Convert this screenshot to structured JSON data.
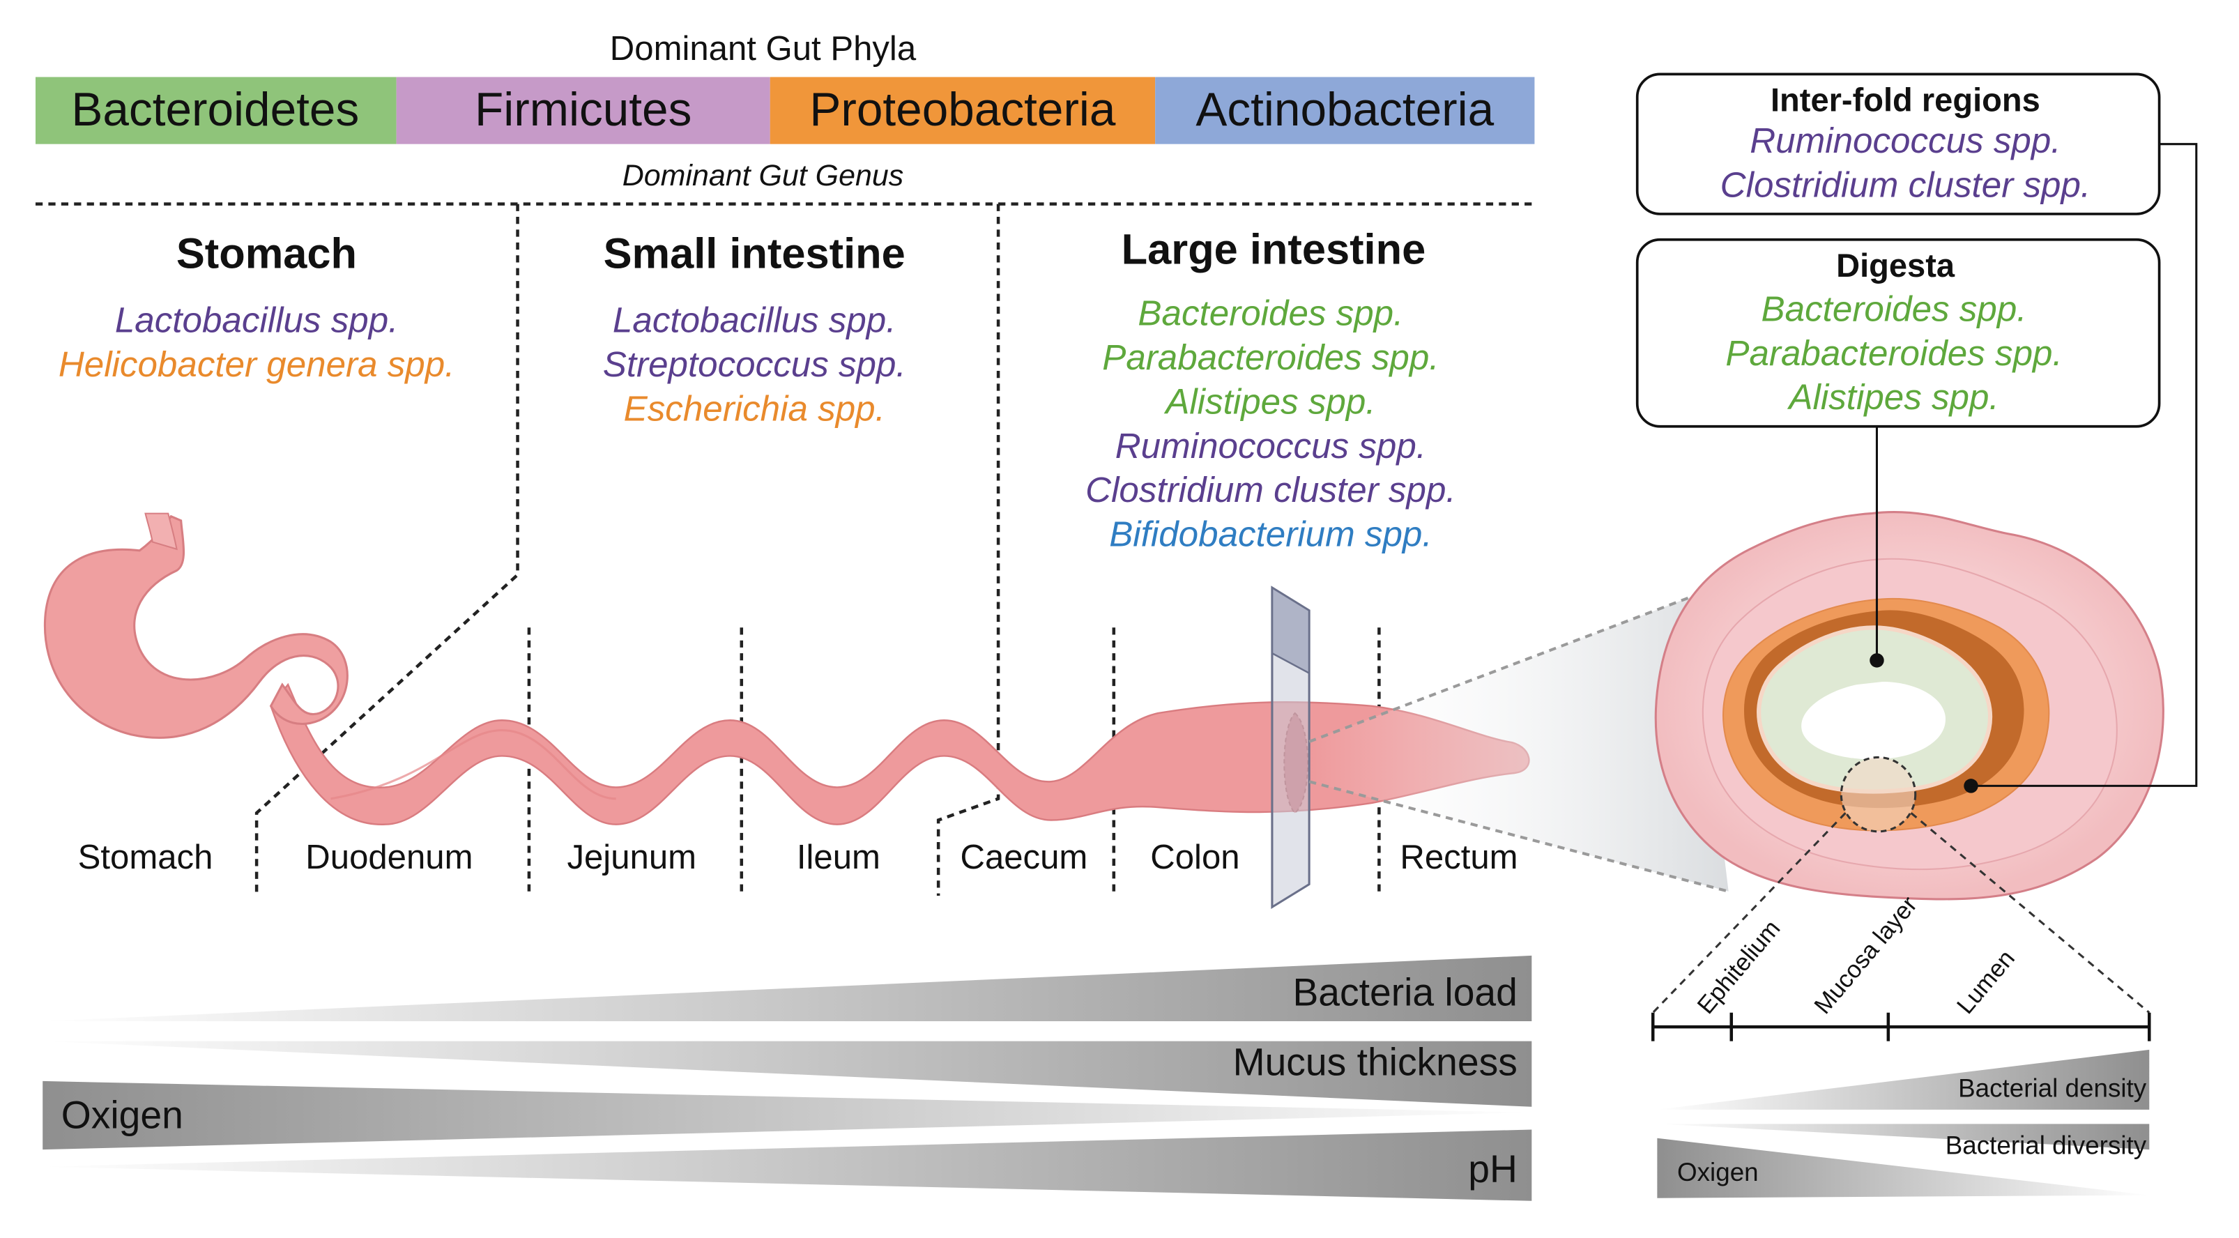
{
  "header": {
    "phyla_title": "Dominant Gut Phyla",
    "genus_title": "Dominant Gut Genus"
  },
  "colors": {
    "bacteroidetes": "#8fc47a",
    "firmicutes": "#c69ac8",
    "proteobacteria": "#f0963a",
    "actinobacteria": "#8ea8d8",
    "purple_text": "#5a3f8e",
    "orange_text": "#e98a2c",
    "green_text": "#5ea83c",
    "blue_text": "#2f7dc2",
    "gut_pink": "#ee9a9c"
  },
  "phyla": [
    {
      "name": "Bacteroidetes"
    },
    {
      "name": "Firmicutes"
    },
    {
      "name": "Proteobacteria"
    },
    {
      "name": "Actinobacteria"
    }
  ],
  "regions": {
    "stomach": {
      "title": "Stomach",
      "genera": [
        {
          "name": "Lactobacillus spp.",
          "color": "#5a3f8e"
        },
        {
          "name": "Helicobacter genera spp.",
          "color": "#e98a2c"
        }
      ]
    },
    "small": {
      "title": "Small intestine",
      "genera": [
        {
          "name": "Lactobacillus spp.",
          "color": "#5a3f8e"
        },
        {
          "name": "Streptococcus spp.",
          "color": "#5a3f8e"
        },
        {
          "name": "Escherichia spp.",
          "color": "#e98a2c"
        }
      ]
    },
    "large": {
      "title": "Large intestine",
      "genera": [
        {
          "name": "Bacteroides spp.",
          "color": "#5ea83c"
        },
        {
          "name": "Parabacteroides spp.",
          "color": "#5ea83c"
        },
        {
          "name": "Alistipes spp.",
          "color": "#5ea83c"
        },
        {
          "name": "Ruminococcus spp.",
          "color": "#5a3f8e"
        },
        {
          "name": "Clostridium cluster spp.",
          "color": "#5a3f8e"
        },
        {
          "name": "Bifidobacterium spp.",
          "color": "#2f7dc2"
        }
      ]
    }
  },
  "segments": {
    "stomach": "Stomach",
    "duodenum": "Duodenum",
    "jejunum": "Jejunum",
    "ileum": "Ileum",
    "caecum": "Caecum",
    "colon": "Colon",
    "rectum": "Rectum"
  },
  "gradients": {
    "bacteria_load": "Bacteria load",
    "mucus_thickness": "Mucus thickness",
    "oxigen": "Oxigen",
    "ph": "pH"
  },
  "interfold": {
    "title": "Inter-fold regions",
    "genera": [
      {
        "name": "Ruminococcus spp.",
        "color": "#5a3f8e"
      },
      {
        "name": "Clostridium cluster spp.",
        "color": "#5a3f8e"
      }
    ]
  },
  "digesta": {
    "title": "Digesta",
    "genera": [
      {
        "name": "Bacteroides spp.",
        "color": "#5ea83c"
      },
      {
        "name": "Parabacteroides spp.",
        "color": "#5ea83c"
      },
      {
        "name": "Alistipes spp.",
        "color": "#5ea83c"
      }
    ]
  },
  "layers": {
    "epithelium": "Ephitelium",
    "mucosa": "Mucosa layer",
    "lumen": "Lumen"
  },
  "right_gradients": {
    "bacterial_density": "Bacterial density",
    "bacterial_diversity": "Bacterial diversity",
    "oxigen": "Oxigen"
  }
}
